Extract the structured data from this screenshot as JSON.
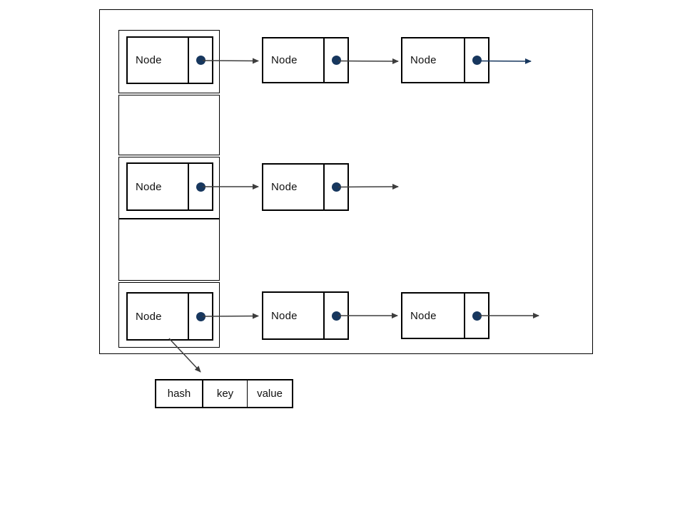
{
  "labels": {
    "node": "Node"
  },
  "record_fields": [
    "hash",
    "key",
    "value"
  ],
  "colors": {
    "dot": "#17375E",
    "arrow": "#3d3d3d",
    "arrow-accent": "#17375E",
    "line": "#000000"
  },
  "structure": {
    "bucket_states": [
      "occupied",
      "empty",
      "occupied",
      "empty",
      "occupied"
    ],
    "row_node_counts": [
      3,
      2,
      3
    ]
  }
}
